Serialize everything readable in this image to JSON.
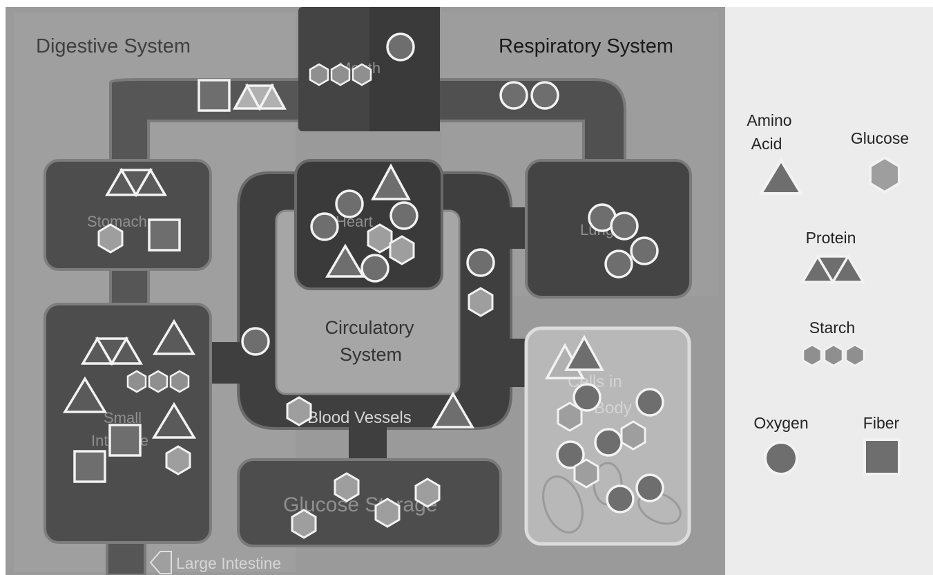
{
  "systems": {
    "digestive": "Digestive System",
    "respiratory": "Respiratory System",
    "circulatory_line1": "Circulatory",
    "circulatory_line2": "System"
  },
  "organs": {
    "mouth": "Mouth",
    "stomach": "Stomach",
    "small_intestine_line1": "Small",
    "small_intestine_line2": "Intestine",
    "heart": "Heart",
    "lungs": "Lungs",
    "blood_vessels": "Blood Vessels",
    "glucose_storage": "Glucose Storage",
    "cells_line1": "Cells in",
    "cells_line2": "Body",
    "large_intestine": "Large Intestine"
  },
  "legend": {
    "amino_acid_line1": "Amino",
    "amino_acid_line2": "Acid",
    "glucose": "Glucose",
    "protein": "Protein",
    "starch": "Starch",
    "oxygen": "Oxygen",
    "fiber": "Fiber"
  },
  "icons": {
    "amino_acid": "triangle-icon",
    "glucose": "hexagon-icon",
    "protein": "double-triangle-icon",
    "starch": "triple-hexagon-icon",
    "oxygen": "circle-icon",
    "fiber": "square-icon"
  },
  "colors": {
    "background": "#9a9a9a",
    "tube_dark": "#505050",
    "organ_dark": "#474747",
    "molecule_fill": "#6e6e6e",
    "molecule_stroke": "#f2f2f2",
    "glucose_fill": "#9e9e9e",
    "legend_bg": "#ececec"
  }
}
